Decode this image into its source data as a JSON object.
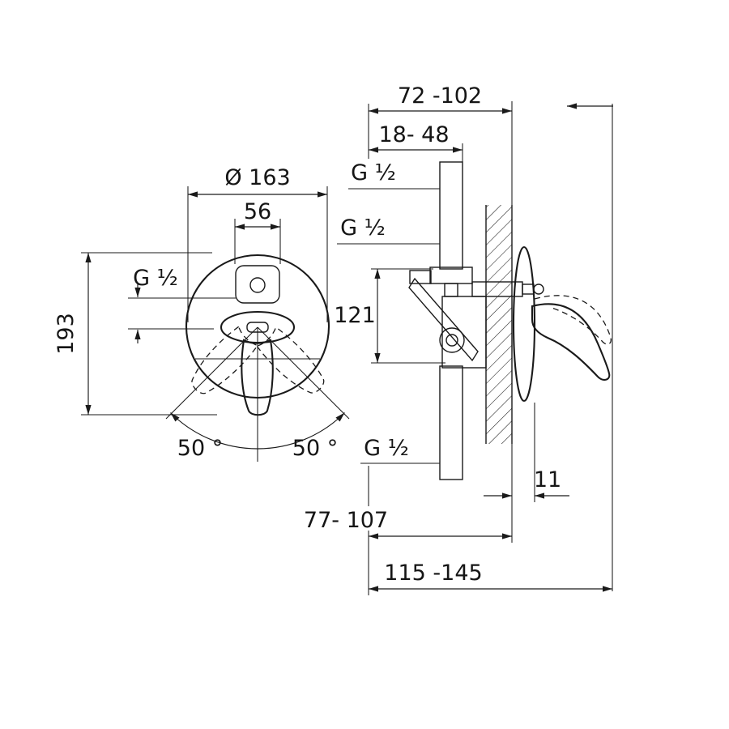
{
  "drawing": {
    "type": "installation-dimension-drawing",
    "views": {
      "left": "front-view-mixer-plate",
      "right": "side-section-view-in-wall"
    }
  },
  "dims": {
    "plate_diameter": "Ø 163",
    "cartridge_width": "56",
    "overall_height": "193",
    "port_spacing": "121",
    "depth_top": "72 -102",
    "depth_rough_in": "18- 48",
    "depth_lower": "77- 107",
    "depth_overall": "115 -145",
    "plate_protrusion": "11",
    "swivel_left": "50 °",
    "swivel_right": "50 °"
  },
  "threads": {
    "top": "G ¹⁄₂",
    "mid": "G ¹⁄₂",
    "left": "G ¹⁄₂",
    "bottom": "G ¹⁄₂"
  },
  "colors": {
    "line": "#1a1a1a",
    "background": "#ffffff"
  }
}
